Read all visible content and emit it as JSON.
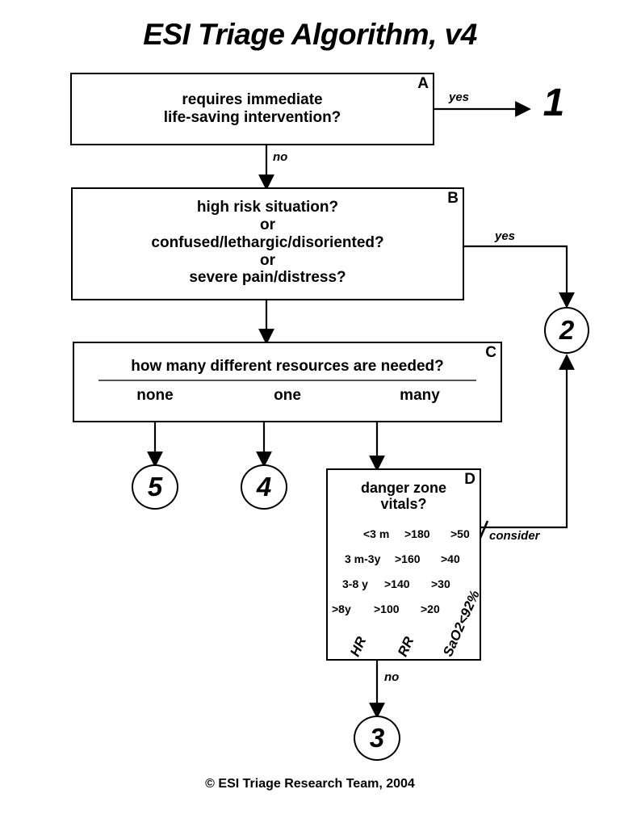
{
  "title": "ESI Triage Algorithm, v4",
  "copyright": "© ESI Triage Research Team, 2004",
  "boxes": {
    "a": {
      "letter": "A",
      "line1": "requires immediate",
      "line2": "life-saving intervention?",
      "yes_label": "yes",
      "no_label": "no"
    },
    "b": {
      "letter": "B",
      "line1": "high risk situation?",
      "line2": "or",
      "line3": "confused/lethargic/disoriented?",
      "line4": "or",
      "line5": "severe pain/distress?",
      "yes_label": "yes",
      "no_label": ""
    },
    "c": {
      "letter": "C",
      "heading": "how many different resources are needed?",
      "options": [
        "none",
        "one",
        "many"
      ]
    },
    "d": {
      "letter": "D",
      "title_line1": "danger zone",
      "title_line2": "vitals?",
      "consider_label": "consider",
      "no_label": "no",
      "columns": [
        "HR",
        "RR",
        "SaO2<92%"
      ],
      "rows": [
        {
          "age": "<3 m",
          "hr": ">180",
          "rr": ">50"
        },
        {
          "age": "3 m-3y",
          "hr": ">160",
          "rr": ">40"
        },
        {
          "age": "3-8 y",
          "hr": ">140",
          "rr": ">30"
        },
        {
          "age": ">8y",
          "hr": ">100",
          "rr": ">20"
        }
      ]
    }
  },
  "levels": {
    "one": "1",
    "two": "2",
    "three": "3",
    "four": "4",
    "five": "5"
  },
  "colors": {
    "line": "#000000",
    "divider": "#555555",
    "background": "#ffffff"
  }
}
